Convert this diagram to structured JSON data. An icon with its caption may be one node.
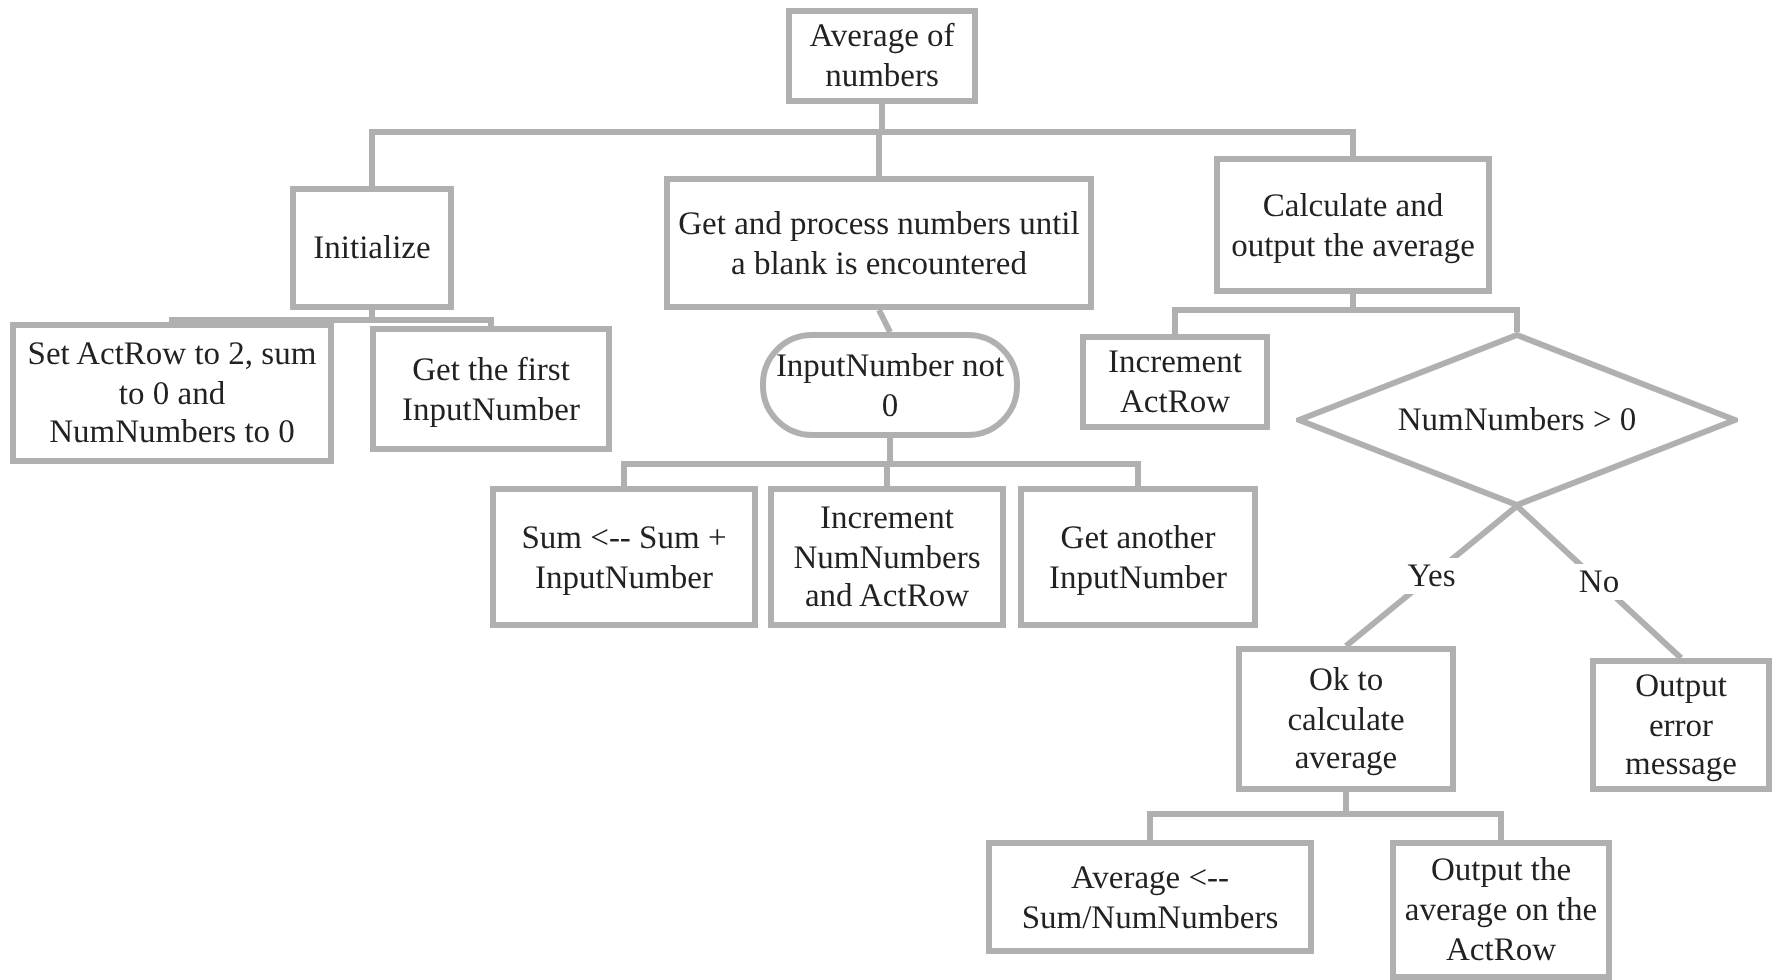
{
  "diagram": {
    "nodes": [
      {
        "text": [
          "Average of numbers"
        ]
      },
      {
        "text": [
          "Initialize"
        ]
      },
      {
        "text": [
          "Get and process numbers until a blank is encountered"
        ]
      },
      {
        "text": [
          "Calculate and output the average"
        ]
      },
      {
        "text": [
          "Set ActRow to 2, sum to 0 and NumNumbers to 0"
        ]
      },
      {
        "text": [
          "Get the first InputNumber"
        ]
      },
      {
        "text": [
          "InputNumber not 0"
        ]
      },
      {
        "text": [
          "Sum <-- Sum + InputNumber"
        ]
      },
      {
        "text": [
          "Increment NumNumbers and ActRow"
        ]
      },
      {
        "text": [
          "Get another InputNumber"
        ]
      },
      {
        "text": [
          "Increment ActRow"
        ]
      },
      {
        "text": [
          "NumNumbers > 0"
        ]
      },
      {
        "text": [
          "Ok to calculate average"
        ]
      },
      {
        "text": [
          "Output error message"
        ]
      },
      {
        "text": [
          "Average <-- Sum/NumNumbers"
        ]
      },
      {
        "text": [
          "Output the average on the ActRow"
        ]
      }
    ],
    "edges": [
      {
        "from": 0,
        "to": 1,
        "arrow": "none"
      },
      {
        "from": 0,
        "to": 2,
        "arrow": "none"
      },
      {
        "from": 0,
        "to": 3,
        "arrow": "none"
      },
      {
        "from": 1,
        "to": 4,
        "arrow": "none"
      },
      {
        "from": 1,
        "to": 5,
        "arrow": "none"
      },
      {
        "from": 2,
        "to": 6,
        "arrow": "none"
      },
      {
        "from": 6,
        "to": 7,
        "arrow": "none"
      },
      {
        "from": 6,
        "to": 8,
        "arrow": "none"
      },
      {
        "from": 6,
        "to": 9,
        "arrow": "none"
      },
      {
        "from": 3,
        "to": 10,
        "arrow": "none"
      },
      {
        "from": 3,
        "to": 11,
        "arrow": "none"
      },
      {
        "from": 11,
        "to": 12,
        "label": "Yes",
        "arrow": "none"
      },
      {
        "from": 11,
        "to": 13,
        "label": "No",
        "arrow": "none"
      },
      {
        "from": 12,
        "to": 14,
        "arrow": "none"
      },
      {
        "from": 12,
        "to": 15,
        "arrow": "none"
      }
    ]
  }
}
